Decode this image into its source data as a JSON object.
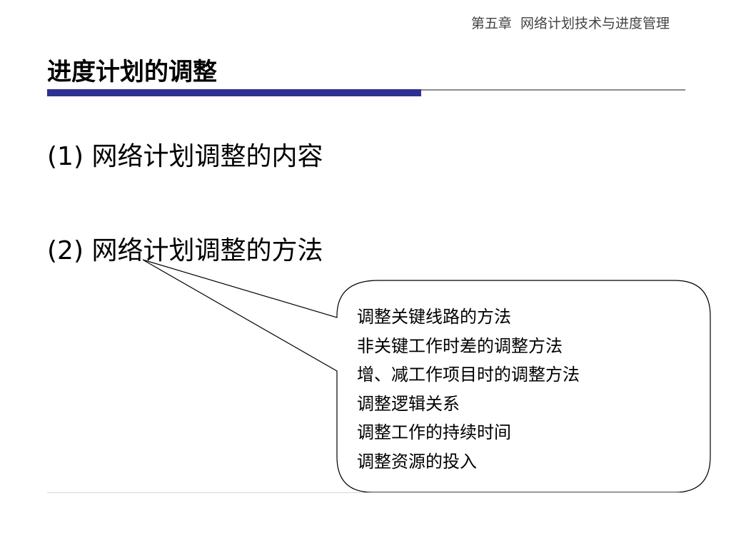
{
  "header": {
    "chapter": "第五章  网络计划技术与进度管理"
  },
  "slide": {
    "title": "进度计划的调整",
    "points": [
      "(1) 网络计划调整的内容",
      "(2)  网络计划调整的方法"
    ]
  },
  "callout": {
    "items": [
      "调整关键线路的方法",
      "非关键工作时差的调整方法",
      "增、减工作项目时的调整方法",
      "调整逻辑关系",
      "调整工作的持续时间",
      "调整资源的投入"
    ]
  },
  "colors": {
    "title_rule": "#2e3192",
    "text": "#000000",
    "header_text": "#444444"
  }
}
